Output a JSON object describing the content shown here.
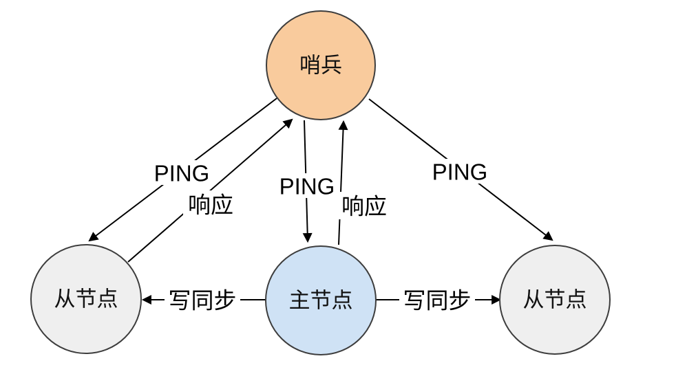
{
  "diagram": {
    "type": "node-edge-topology",
    "background": "#ffffff",
    "stroke_color": "#3d3d3d",
    "arrow_color": "#000000",
    "nodes": {
      "sentinel": {
        "label": "哨兵",
        "fill": "#F9CB9D"
      },
      "master": {
        "label": "主节点",
        "fill": "#CFE2F5"
      },
      "slave_left": {
        "label": "从节点",
        "fill": "#EFEFEF"
      },
      "slave_right": {
        "label": "从节点",
        "fill": "#EFEFEF"
      }
    },
    "edges": {
      "ping_left": {
        "label": "PING",
        "from": "sentinel",
        "to": "slave_left"
      },
      "response_left": {
        "label": "响应",
        "from": "slave_left",
        "to": "sentinel"
      },
      "ping_middle": {
        "label": "PING",
        "from": "sentinel",
        "to": "master"
      },
      "response_middle": {
        "label": "响应",
        "from": "master",
        "to": "sentinel"
      },
      "ping_right": {
        "label": "PING",
        "from": "sentinel",
        "to": "slave_right"
      },
      "sync_left": {
        "label": "写同步",
        "from": "master",
        "to": "slave_left"
      },
      "sync_right": {
        "label": "写同步",
        "from": "master",
        "to": "slave_right"
      }
    }
  }
}
